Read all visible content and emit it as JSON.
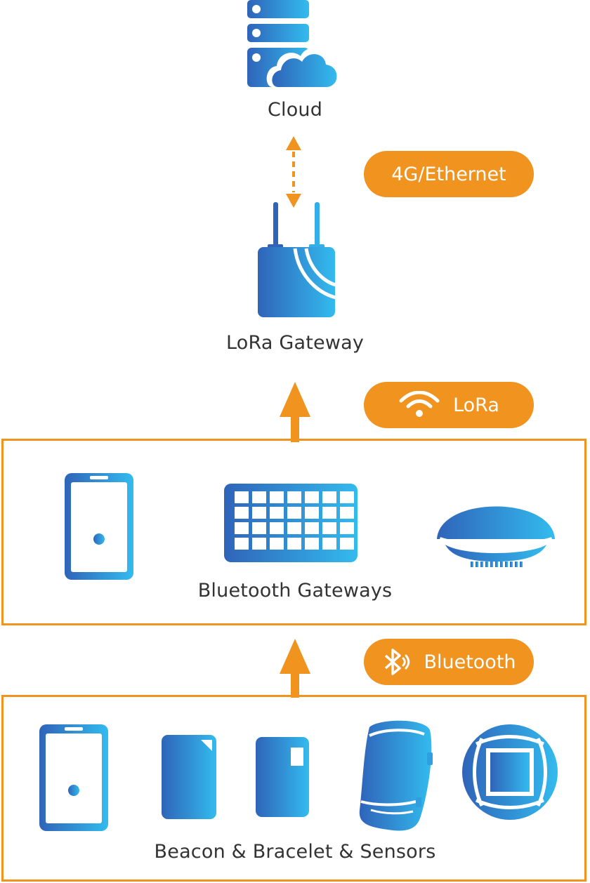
{
  "colors": {
    "accent": "#f0931f",
    "icon_gradient_start": "#2f64b9",
    "icon_gradient_end": "#33bbee",
    "text": "#333333"
  },
  "nodes": {
    "cloud": {
      "label": "Cloud",
      "icon": "cloud-server-icon"
    },
    "lora_gateway": {
      "label": "LoRa Gateway",
      "icon": "lora-gateway-icon"
    },
    "bluetooth_gateways": {
      "label": "Bluetooth Gateways",
      "icons": [
        "phone-icon",
        "keypad-gateway-icon",
        "dome-gateway-icon"
      ]
    },
    "devices": {
      "label": "Beacon & Bracelet & Sensors",
      "icons": [
        "phone-icon",
        "beacon-card-icon",
        "tag-sensor-icon",
        "bracelet-icon",
        "button-sensor-icon"
      ]
    }
  },
  "links": {
    "uplink": {
      "label": "4G/Ethernet",
      "icon": ""
    },
    "lora": {
      "label": "LoRa",
      "icon": "wifi-icon"
    },
    "bluetooth": {
      "label": "Bluetooth",
      "icon": "bluetooth-icon"
    }
  }
}
